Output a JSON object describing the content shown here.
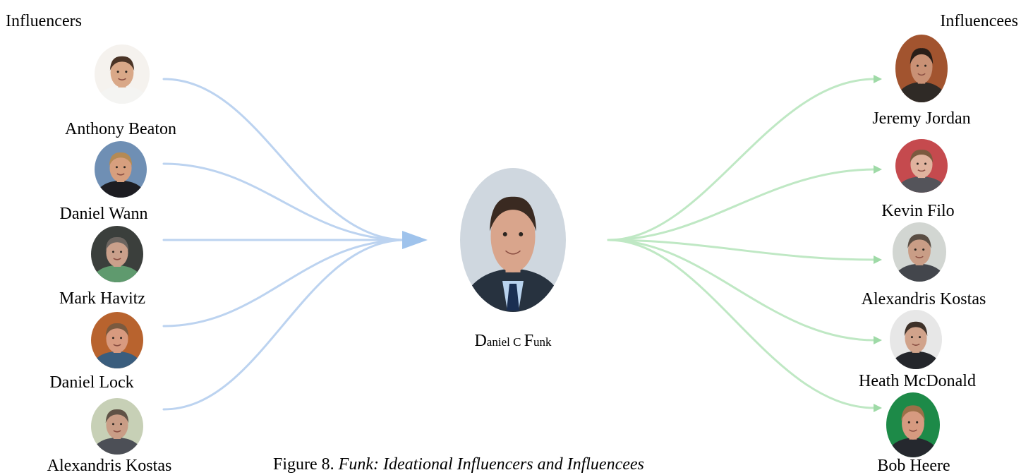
{
  "headers": {
    "left": "Influencers",
    "right": "Influencees"
  },
  "center": {
    "name_initial_1": "D",
    "name_rest_1": "aniel C ",
    "name_initial_2": "F",
    "name_rest_2": "unk"
  },
  "influencers": [
    {
      "name": "Anthony Beaton",
      "bg": "#f5f2ee",
      "skin": "#d9a888",
      "hair": "#4a3426",
      "shirt": "#f4f4f2"
    },
    {
      "name": "Daniel Wann",
      "bg": "#6f8fb4",
      "skin": "#d79f7e",
      "hair": "#b48a55",
      "shirt": "#1d1d22"
    },
    {
      "name": "Mark Havitz",
      "bg": "#3b3f3c",
      "skin": "#caa08b",
      "hair": "#6c6560",
      "shirt": "#5f9a6e"
    },
    {
      "name": "Daniel Lock",
      "bg": "#b8632e",
      "skin": "#d89a7f",
      "hair": "#7a5a3f",
      "shirt": "#3a5d7d"
    },
    {
      "name": "Alexandris Kostas",
      "bg": "#c7d0b6",
      "skin": "#c99d86",
      "hair": "#5f5246",
      "shirt": "#4c4f56"
    }
  ],
  "influencees": [
    {
      "name": "Jeremy Jordan",
      "bg": "#a2542f",
      "skin": "#c99175",
      "hair": "#2a1e18",
      "shirt": "#2f2a26"
    },
    {
      "name": "Kevin Filo",
      "bg": "#c54a4e",
      "skin": "#e0b39e",
      "hair": "#7b5a3f",
      "shirt": "#54545a"
    },
    {
      "name": "Alexandris Kostas",
      "bg": "#d2d6d2",
      "skin": "#c99d86",
      "hair": "#5a4e44",
      "shirt": "#43464c"
    },
    {
      "name": "Heath McDonald",
      "bg": "#e7e7e7",
      "skin": "#d1a38b",
      "hair": "#3e3129",
      "shirt": "#24262b"
    },
    {
      "name": "Bob Heere",
      "bg": "#1d8a48",
      "skin": "#d69a80",
      "hair": "#9b7048",
      "shirt": "#25282e"
    }
  ],
  "caption": {
    "prefix": "Figure 8. ",
    "title": "Funk: Ideational Influencers and Influencees"
  },
  "colors": {
    "influencer_flow": "#bcd3f0",
    "influencee_flow": "#bfe8c4",
    "influencer_arrow": "#9fc3ec",
    "influencee_arrow": "#9fdaa7"
  }
}
